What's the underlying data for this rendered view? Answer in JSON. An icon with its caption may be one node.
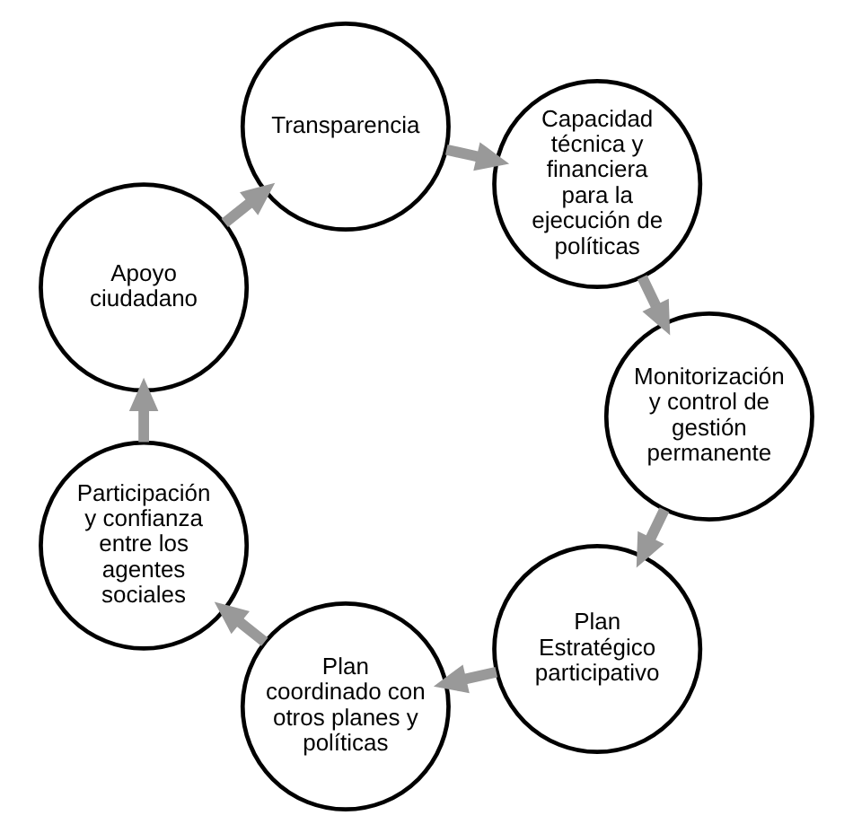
{
  "diagram": {
    "nodes": [
      {
        "text": [
          "Plan Estratégico participativo"
        ]
      },
      {
        "text": [
          "Plan coordinado con otros planes y políticas"
        ]
      },
      {
        "text": [
          "Participación y confianza entre los agentes sociales"
        ]
      },
      {
        "text": [
          "Apoyo ciudadano"
        ]
      },
      {
        "text": [
          "Transparencia"
        ]
      },
      {
        "text": [
          "Capacidad técnica y financiera para la ejecución de políticas"
        ]
      },
      {
        "text": [
          "Monitorización y control de gestión permanente"
        ]
      }
    ],
    "edges": [
      {
        "from": 0,
        "to": 1,
        "arrow": "to"
      },
      {
        "from": 1,
        "to": 2,
        "arrow": "to"
      },
      {
        "from": 2,
        "to": 3,
        "arrow": "to"
      },
      {
        "from": 3,
        "to": 4,
        "arrow": "to"
      },
      {
        "from": 4,
        "to": 5,
        "arrow": "to"
      },
      {
        "from": 5,
        "to": 6,
        "arrow": "to"
      },
      {
        "from": 6,
        "to": 0,
        "arrow": "to"
      }
    ]
  }
}
